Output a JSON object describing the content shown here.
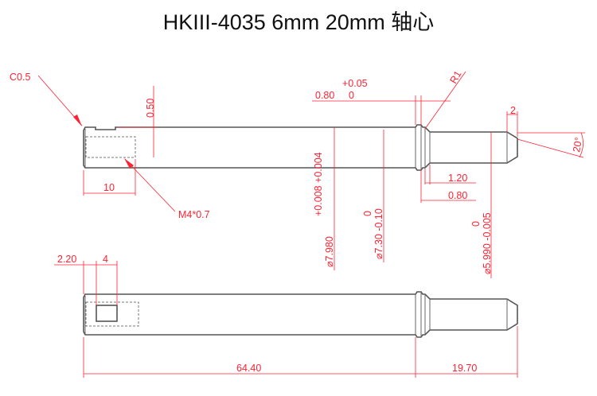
{
  "title": "HKIII-4035 6mm  20mm 轴心",
  "labels": {
    "chamfer": "C0.5",
    "depth": "0.50",
    "thread_len": "10",
    "thread": "M4*0.7",
    "tol_top": "+0.05",
    "groove_w": "0.80",
    "groove_w_tol": "0",
    "radius": "R1",
    "chamfer_len": "2",
    "angle": "20°",
    "len_120": "1.20",
    "len_080": "0.80",
    "d1_tol": "+0.008 +0.004",
    "d1": "⌀7.980",
    "d2_tol": "0",
    "d2": "⌀7.30 -0.10",
    "d3_tol": "0",
    "d3": "⌀5.990 -0.005",
    "flat_pos": "2.20",
    "flat_w": "4",
    "total_a": "64.40",
    "total_b": "19.70"
  },
  "colors": {
    "dimension": "#ff2233",
    "outline": "#555555"
  }
}
